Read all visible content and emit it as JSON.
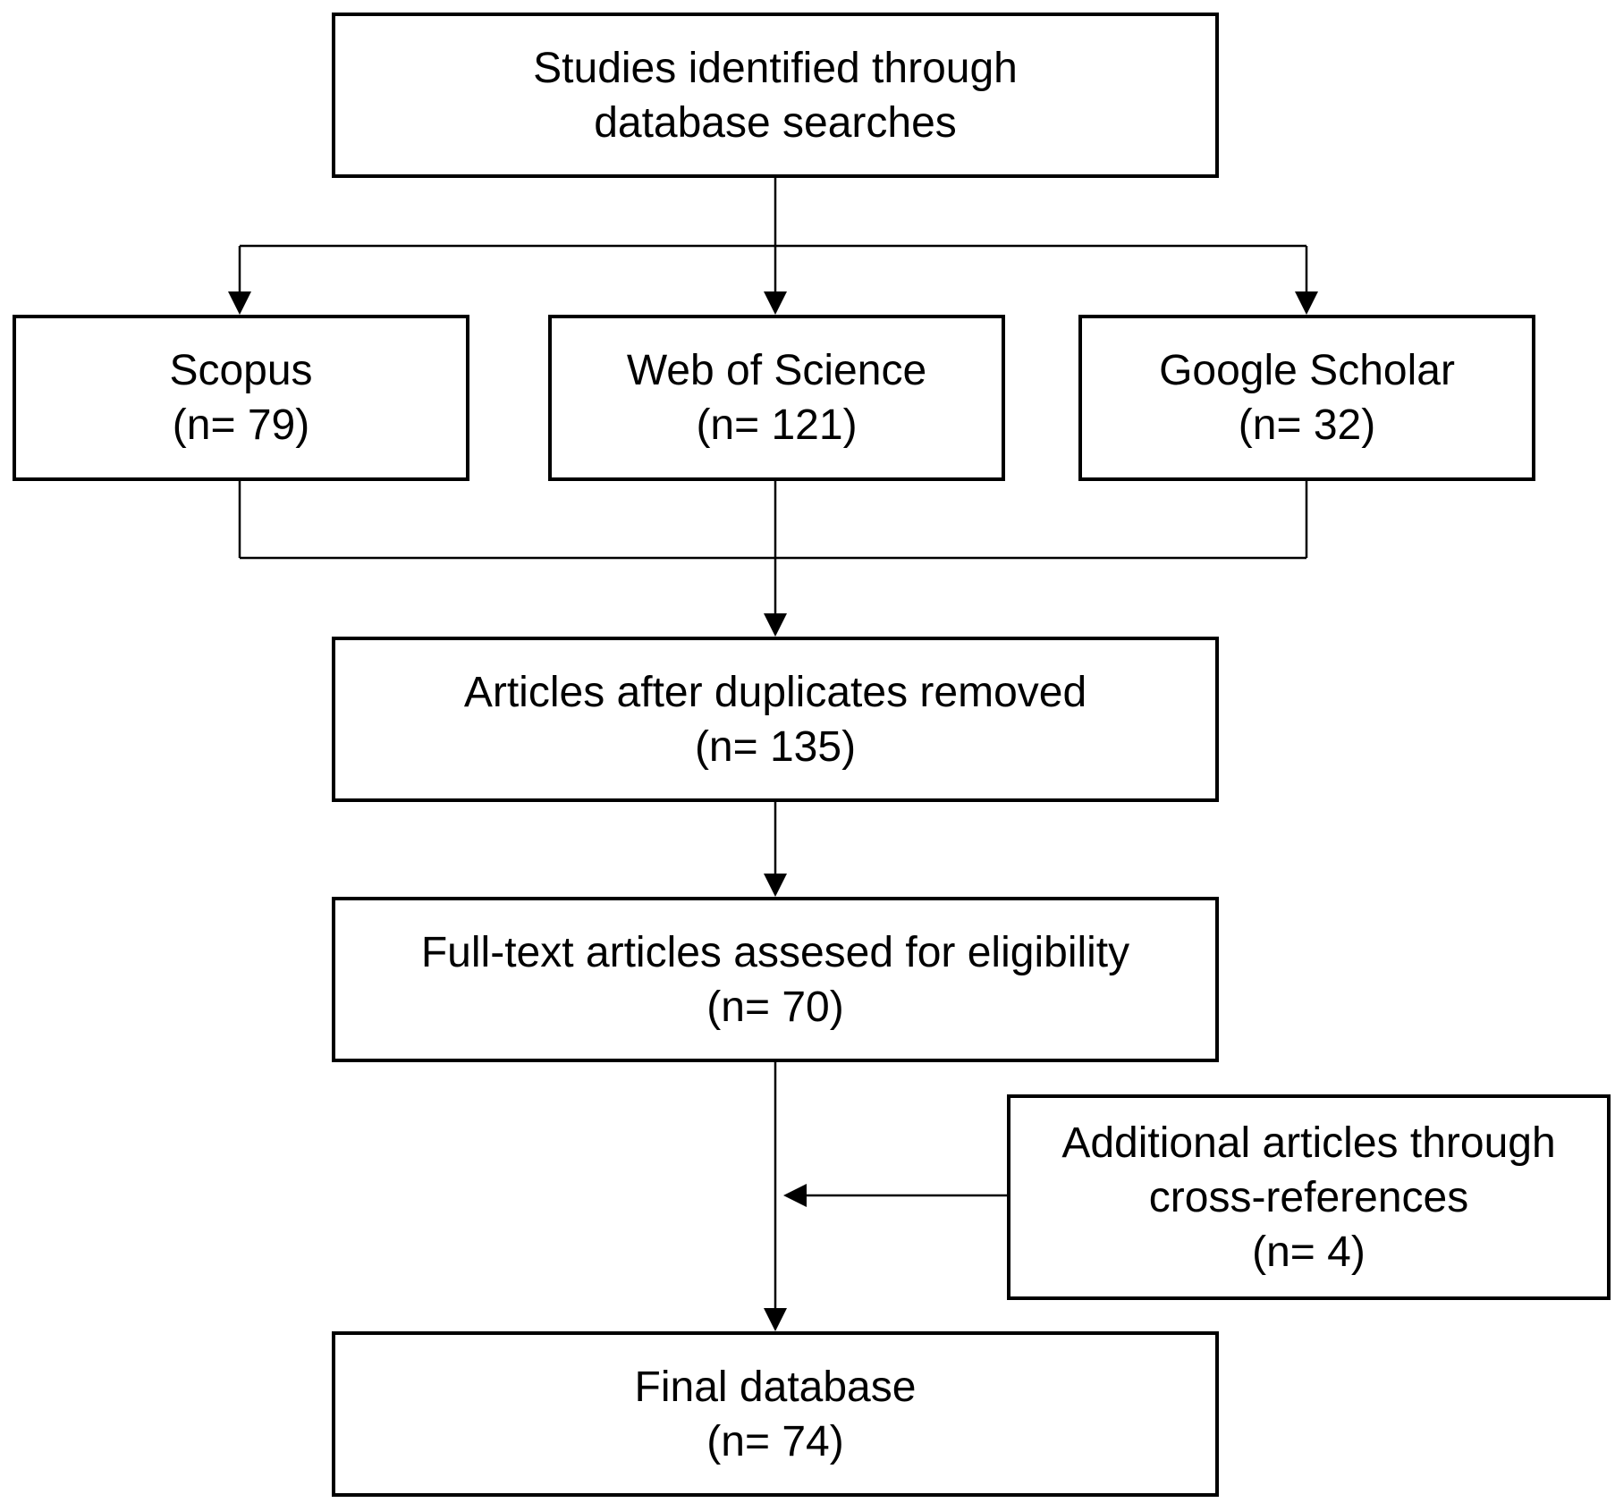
{
  "diagram": {
    "nodes": {
      "studies": {
        "lines": [
          "Studies identified through",
          "database searches"
        ]
      },
      "scopus": {
        "lines": [
          "Scopus",
          "(n= 79)"
        ]
      },
      "wos": {
        "lines": [
          "Web of Science",
          "(n= 121)"
        ]
      },
      "scholar": {
        "lines": [
          "Google Scholar",
          "(n= 32)"
        ]
      },
      "dedup": {
        "lines": [
          "Articles after duplicates removed",
          "(n= 135)"
        ]
      },
      "fulltext": {
        "lines": [
          "Full-text articles assesed for eligibility",
          "(n= 70)"
        ]
      },
      "additional": {
        "lines": [
          "Additional articles through",
          "cross-references",
          "(n= 4)"
        ]
      },
      "final": {
        "lines": [
          "Final database",
          "(n= 74)"
        ]
      }
    },
    "edges": [
      {
        "from": "studies",
        "to": "scopus",
        "arrow": true
      },
      {
        "from": "studies",
        "to": "wos",
        "arrow": true
      },
      {
        "from": "studies",
        "to": "scholar",
        "arrow": true
      },
      {
        "from": "scopus",
        "to": "dedup",
        "arrow": true
      },
      {
        "from": "wos",
        "to": "dedup",
        "arrow": true
      },
      {
        "from": "scholar",
        "to": "dedup",
        "arrow": true
      },
      {
        "from": "dedup",
        "to": "fulltext",
        "arrow": true
      },
      {
        "from": "fulltext",
        "to": "final",
        "arrow": true
      },
      {
        "from": "additional",
        "to": "final",
        "arrow": true
      }
    ]
  }
}
